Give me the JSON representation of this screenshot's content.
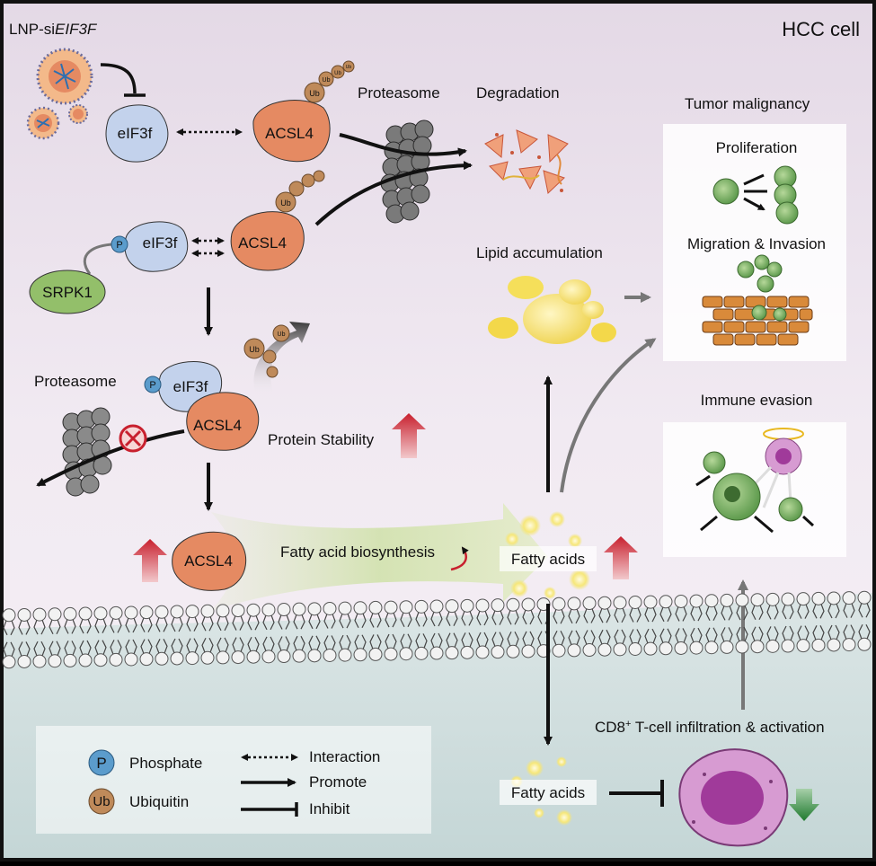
{
  "diagram": {
    "title": "HCC cell",
    "lnp_label_plain": "LNP-si",
    "lnp_label_italic": "EIF3F",
    "labels": {
      "eif3f": "eIF3f",
      "acsl4": "ACSL4",
      "srpk1": "SRPK1",
      "proteasome": "Proteasome",
      "degradation": "Degradation",
      "tumor_malignancy": "Tumor malignancy",
      "proliferation": "Proliferation",
      "migration_invasion": "Migration & Invasion",
      "immune_evasion": "Immune evasion",
      "lipid_accumulation": "Lipid accumulation",
      "protein_stability": "Protein Stability",
      "fatty_acid_biosynthesis": "Fatty acid biosynthesis",
      "fatty_acids": "Fatty acids",
      "cd8_prefix": "CD8",
      "cd8_sup": "+",
      "cd8_rest": " T-cell infiltration & activation",
      "p": "P",
      "ub": "Ub"
    },
    "legend": {
      "phosphate": "Phosphate",
      "ubiquitin": "Ubiquitin",
      "interaction": "Interaction",
      "promote": "Promote",
      "inhibit": "Inhibit",
      "p_symbol": "P",
      "ub_symbol": "Ub"
    },
    "colors": {
      "cell_bg": "#ece3ee",
      "extracellular_bg": "#cfdede",
      "eif3f_fill": "#c3d2ec",
      "acsl4_fill": "#e58a62",
      "srpk1_fill": "#93bf6a",
      "ub_fill": "#bf8a5a",
      "p_fill": "#5b9ccc",
      "up_arrow": "#c8202e",
      "down_arrow": "#2f8a3a",
      "tcell_fill": "#d79bd2"
    }
  }
}
